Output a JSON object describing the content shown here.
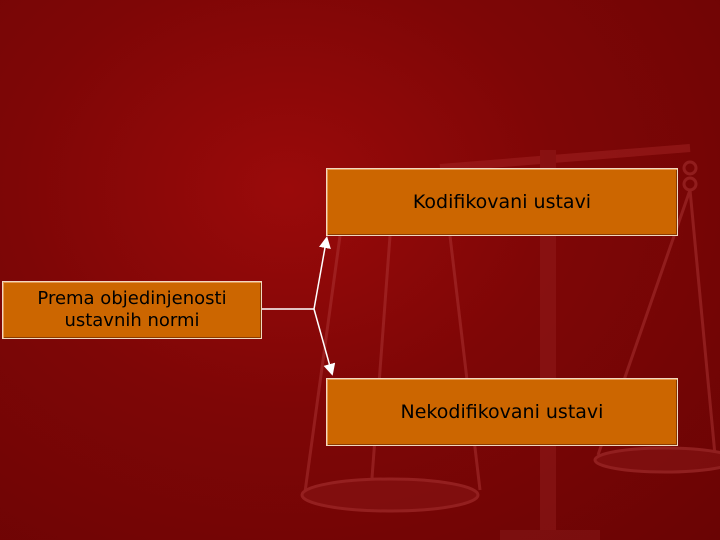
{
  "diagram": {
    "root": {
      "line1": "Prema objedinjenosti",
      "line2": "ustavnih normi"
    },
    "branches": [
      {
        "label": "Kodifikovani ustavi"
      },
      {
        "label": "Nekodifikovani ustavi"
      }
    ]
  },
  "colors": {
    "background": "#7e0606",
    "box_fill": "#cc6600",
    "box_border": "#f0d8c0",
    "connector": "#ffffff"
  }
}
